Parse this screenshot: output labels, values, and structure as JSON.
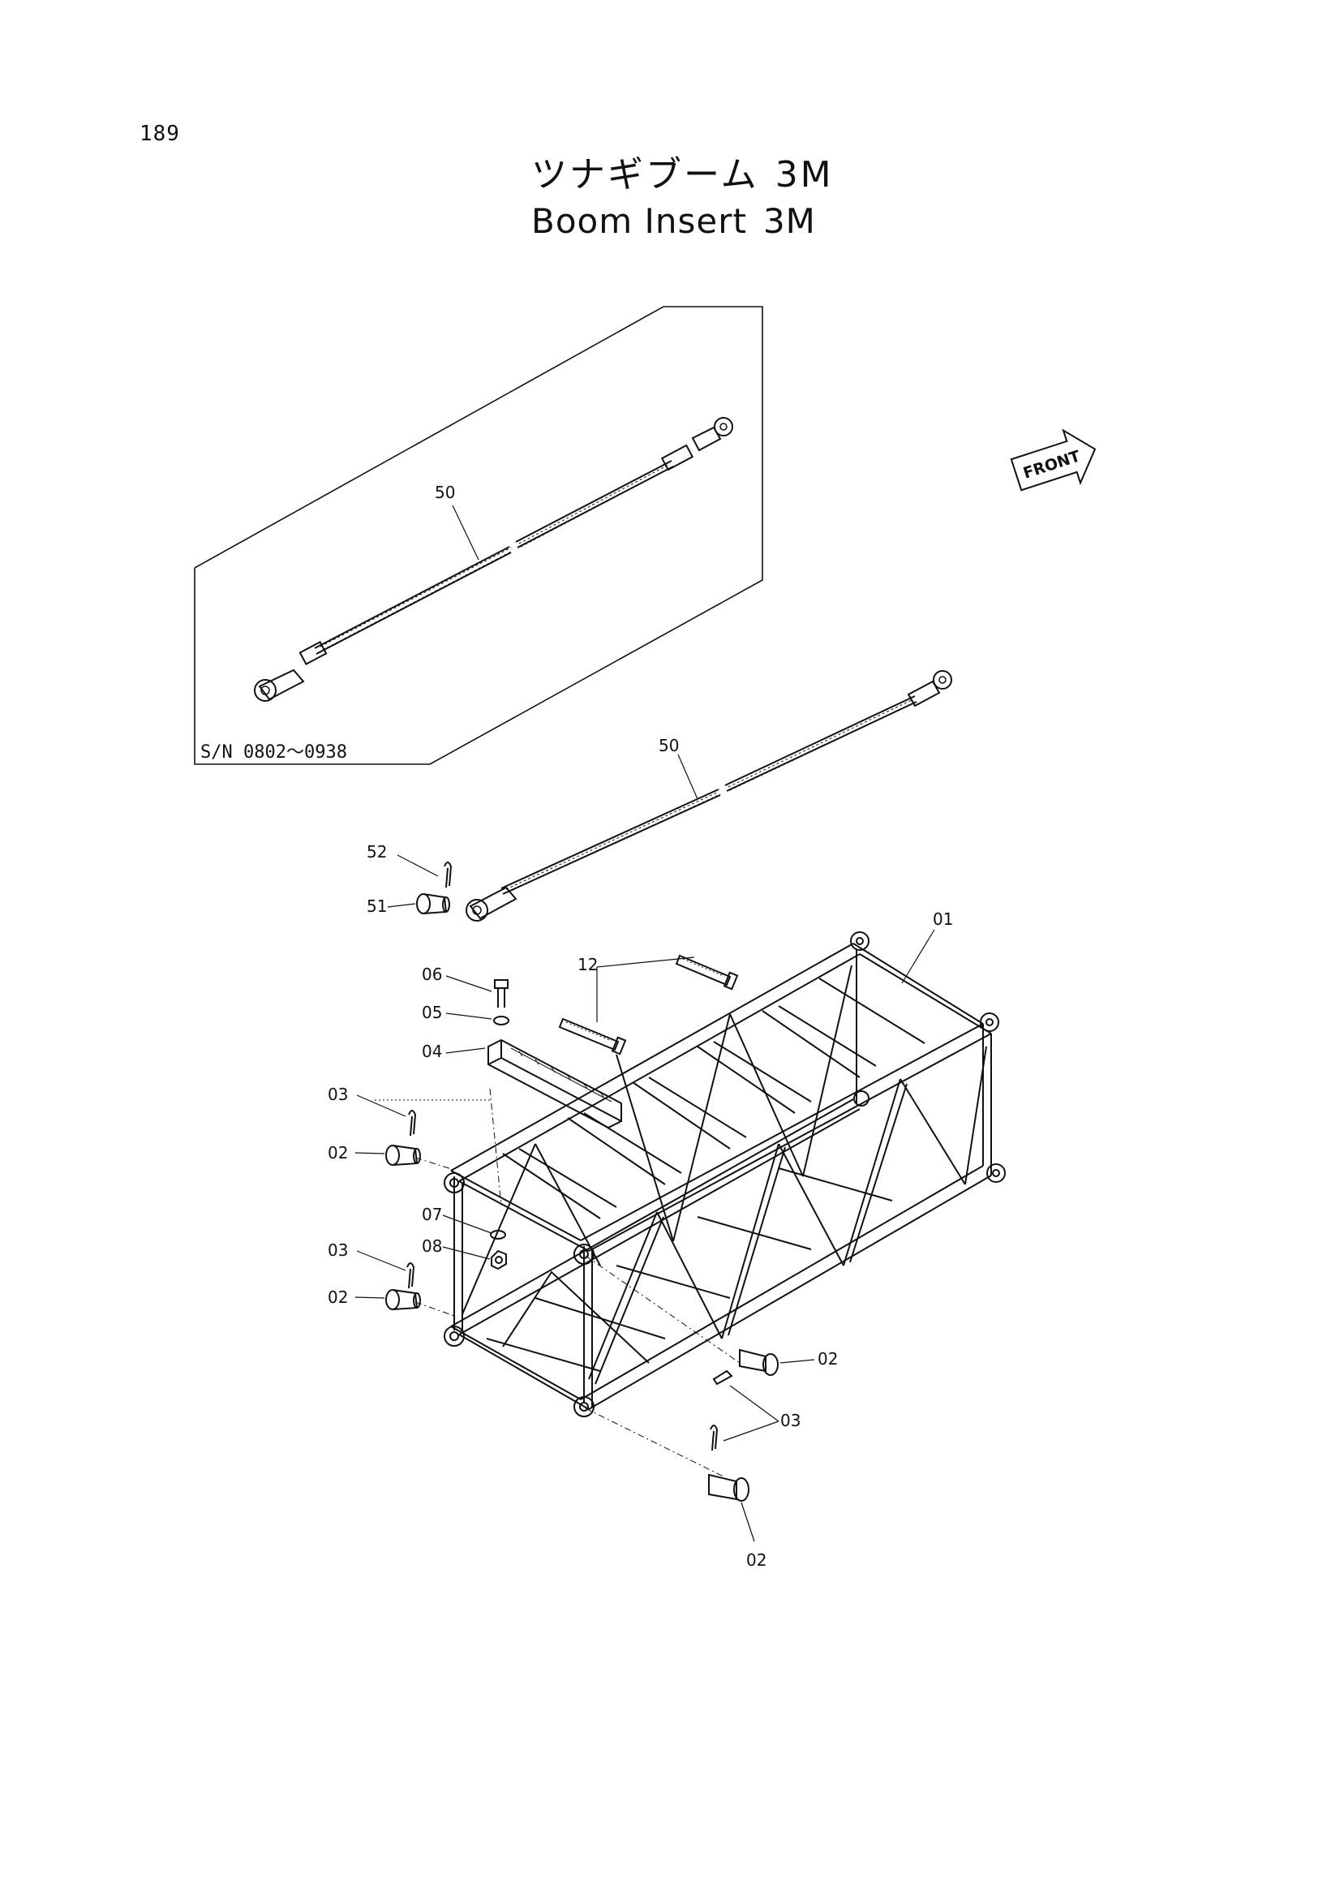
{
  "page_number": "189",
  "title": {
    "japanese": "ツナギブーム",
    "english": "Boom Insert",
    "size": "3M"
  },
  "serial_note": "S/N 0802～0938",
  "front_label": "FRONT",
  "callouts": {
    "c50a": "50",
    "c50b": "50",
    "c52": "52",
    "c51": "51",
    "c01": "01",
    "c12": "12",
    "c06": "06",
    "c05": "05",
    "c04": "04",
    "c03a": "03",
    "c02a": "02",
    "c07": "07",
    "c08": "08",
    "c03b": "03",
    "c02b": "02",
    "c02c": "02",
    "c03c": "03",
    "c02d": "02"
  }
}
